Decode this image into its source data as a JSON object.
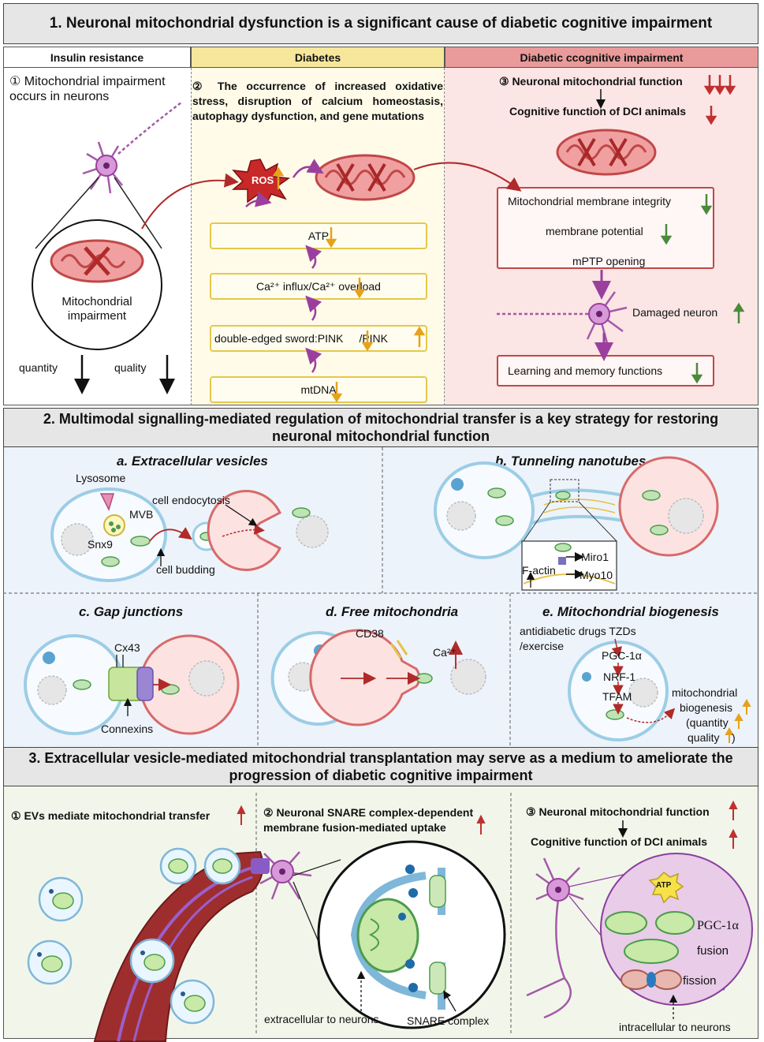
{
  "section1": {
    "title": "1.  Neuronal mitochondrial dysfunction is a significant cause of diabetic cognitive impairment",
    "col1": {
      "header": "Insulin resistance",
      "step": "① Mitochondrial impairment occurs in neurons",
      "mito_label": "Mitochondrial impairment",
      "quantity": "quantity",
      "quality": "quality"
    },
    "col2": {
      "header": "Diabetes",
      "step": "② The occurrence of increased oxidative stress, disruption of calcium homeostasis, autophagy dysfunction, and gene mutations",
      "ros": "ROS",
      "boxes": [
        "ATP",
        "Ca²⁺ influx/Ca²⁺ overload",
        "double-edged sword:PINK",
        "/PINK",
        "mtDNA"
      ]
    },
    "col3": {
      "header": "Diabetic ccognitive impairment",
      "step_a": "③ Neuronal mitochondrial function",
      "step_b": "Cognitive function of DCI animals",
      "box1": [
        "Mitochondrial membrane integrity",
        "membrane potential",
        "mPTP opening"
      ],
      "damaged": "Damaged neuron",
      "box2": "Learning and memory functions"
    }
  },
  "section2": {
    "title": "2. Multimodal signalling-mediated regulation of mitochondrial transfer is a key strategy for restoring neuronal mitochondrial function",
    "a": {
      "title": "a. Extracellular vesicles",
      "lysosome": "Lysosome",
      "mvb": "MVB",
      "snx9": "Snx9",
      "endocytosis": "cell endocytosis",
      "budding": "cell budding"
    },
    "b": {
      "title": "b. Tunneling nanotubes",
      "miro": "Miro1",
      "factin": "F-actin",
      "myo": "Myo10"
    },
    "c": {
      "title": "c. Gap junctions",
      "cx43": "Cx43",
      "connexins": "Connexins"
    },
    "d": {
      "title": "d. Free mitochondria",
      "cd38": "CD38",
      "ca": "Ca²⁺"
    },
    "e": {
      "title": "e. Mitochondrial biogenesis",
      "drugs": "antidiabetic drugs TZDs",
      "exercise": "/exercise",
      "pgc": "PGC-1α",
      "nrf": "NRF-1",
      "tfam": "TFAM",
      "out1": "mitochondrial",
      "out2": "biogenesis",
      "out3": "(quantity",
      "out4": "quality",
      "out5": ")"
    }
  },
  "section3": {
    "title": "3. Extracellular vesicle-mediated mitochondrial transplantation may serve as a medium to ameliorate the progression of diabetic cognitive impairment",
    "p1": "① EVs mediate mitochondrial transfer",
    "p2": "② Neuronal SNARE complex-dependent membrane fusion-mediated uptake",
    "p2_extra": "extracellular  to neurons",
    "p2_snare": "SNARE complex",
    "p3_a": "③ Neuronal mitochondrial function",
    "p3_b": "Cognitive function of DCI animals",
    "atp": "ATP",
    "pgc": "PGC-1α",
    "fusion": "fusion",
    "fission": "fission",
    "intra": "intracellular  to neurons"
  },
  "colors": {
    "insulin": "#ffffff",
    "diabetes": "#fffbe8",
    "dci": "#fbe5e5",
    "section2_bg": "#edf3fa",
    "section3_bg": "#f2f6ea",
    "up_red": "#c03030",
    "down_orange": "#e6a21b",
    "down_green": "#4a8a3a"
  }
}
